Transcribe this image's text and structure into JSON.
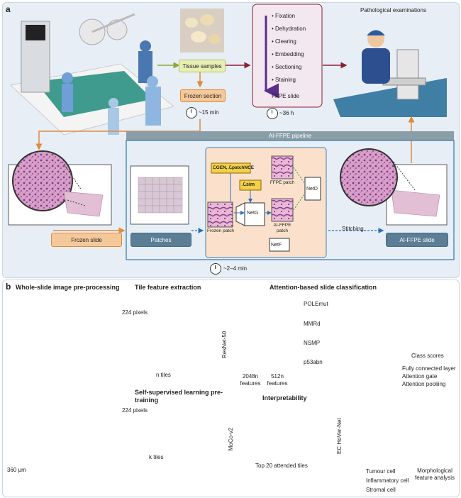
{
  "panel_a": {
    "label": "a",
    "tissue_samples": "Tissue samples",
    "frozen_section": "Frozen section",
    "time_frozen": "~15 min",
    "process_steps": [
      "Fixation",
      "Dehydration",
      "Clearing",
      "Embedding",
      "Sectioning",
      "Staining"
    ],
    "ffpe_slide": "FFPE slide",
    "time_ffpe": "~36 h",
    "pathological_examinations": "Pathological examinations",
    "pipeline_title": "AI-FFPE pipeline",
    "frozen_slide": "Frozen slide",
    "patches": "Patches",
    "stitching": "Stitching",
    "ai_ffpe_slide": "AI-FFPE slide",
    "time_pipeline": "~2–4 min",
    "loss_gen": "ℒGEN, ℒpatchNCE",
    "loss_ssim": "ℒsim",
    "net_g": "NetG",
    "net_d": "NetD",
    "net_f": "NetF",
    "ffpe_patch": "FFPE patch",
    "frozen_patch": "Frozen patch",
    "ai_ffpe_patch": "AI-FFPE patch"
  },
  "panel_b": {
    "label": "b",
    "wsi_preprocessing": "Whole-slide image pre-processing",
    "tile_feature_extraction": "Tile feature extraction",
    "attention_classification": "Attention-based slide classification",
    "pixels_224_top": "224 pixels",
    "n_tiles": "n tiles",
    "resnet": "ResNet-50",
    "features_2048": "2048n features",
    "features_512": "512n features",
    "classes": [
      "POLEmut",
      "MMRd",
      "NSMP",
      "p53abn"
    ],
    "class_scores": "Class scores",
    "legend": [
      "Fully connected layer",
      "Attention gate",
      "Attention pooliing"
    ],
    "ssl_title": "Self-supervised learning pre-training",
    "pixels_224_bottom": "224 pixels",
    "k_tiles": "k tiles",
    "moco": "MoCo-v2",
    "interpretability": "Interpretability",
    "top20": "Top 20 attended tiles",
    "hovernet": "EC HoVer-Net",
    "cell_legend": [
      "Tumour cell",
      "Inflammatory cell",
      "Stromal cell"
    ],
    "morph": "Morphological feature analysis",
    "scale": "360 μm"
  },
  "colors": {
    "orange": "#e08a3c",
    "steel": "#5b7e96",
    "green": "#b5c45a",
    "purple": "#6a3d9a",
    "maroon": "#8b2035",
    "bar_blue": "#4a8ec9",
    "bar_orange": "#f0a020",
    "bar_green": "#5cb85c",
    "bar_red": "#e03a2e"
  }
}
